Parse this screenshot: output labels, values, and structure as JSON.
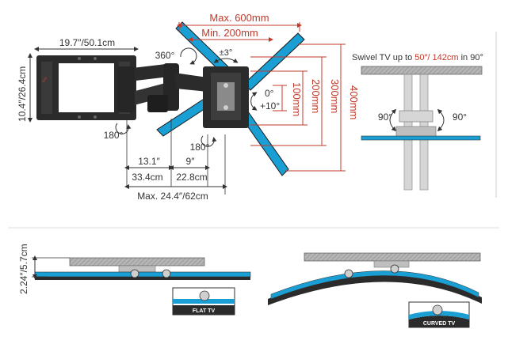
{
  "diagram": {
    "width_label": "19.7″/50.1cm",
    "height_label": "10.4″/26.4cm",
    "rotate_360": "360°",
    "max_vesa_width": "Max. 600mm",
    "min_vesa_width": "Min. 200mm",
    "level_adjust": "±3°",
    "tilt_top": "0°",
    "tilt_bottom": "+10°",
    "vesa_h_100": "100mm",
    "vesa_h_200": "200mm",
    "vesa_h_300": "300mm",
    "vesa_h_400": "400mm",
    "swivel_left": "180°",
    "swivel_right": "180°",
    "arm_seg_1": "13.1″",
    "arm_seg_2": "9″",
    "arm_cm_1": "33.4cm",
    "arm_cm_2": "22.8cm",
    "max_extension": "Max. 24.4″/62cm",
    "swivel_caption_prefix": "Swivel TV up to ",
    "swivel_caption_size": "50″/ 142cm",
    "swivel_caption_suffix": " in 90°",
    "swivel_angle_left": "90°",
    "swivel_angle_right": "90°",
    "wall_gap": "2.24″/5.7cm",
    "flat_tv_label": "FLAT TV",
    "curved_tv_label": "CURVED TV"
  },
  "colors": {
    "accent_blue": "#1a9fd4",
    "dimension_red": "#c0392b",
    "mount_black": "#2b2b2b",
    "wall_gray": "#9a9a9a"
  }
}
